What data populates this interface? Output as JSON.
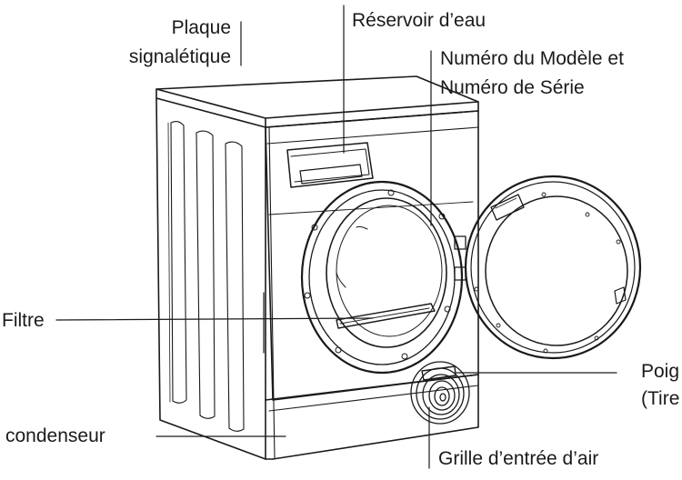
{
  "labels": {
    "plaque_line1": "Plaque",
    "plaque_line2": "signalétique",
    "reservoir": "Réservoir d’eau",
    "model_line1": "Numéro du Modèle et",
    "model_line2": "Numéro de Série",
    "filtre": "Filtre",
    "poignee_line1": "Poig",
    "poignee_line2": "(Tire",
    "condenseur": "condenseur",
    "grille": "Grille d’entrée d’air"
  },
  "colors": {
    "ink": "#1a1a1a",
    "background": "#ffffff"
  }
}
